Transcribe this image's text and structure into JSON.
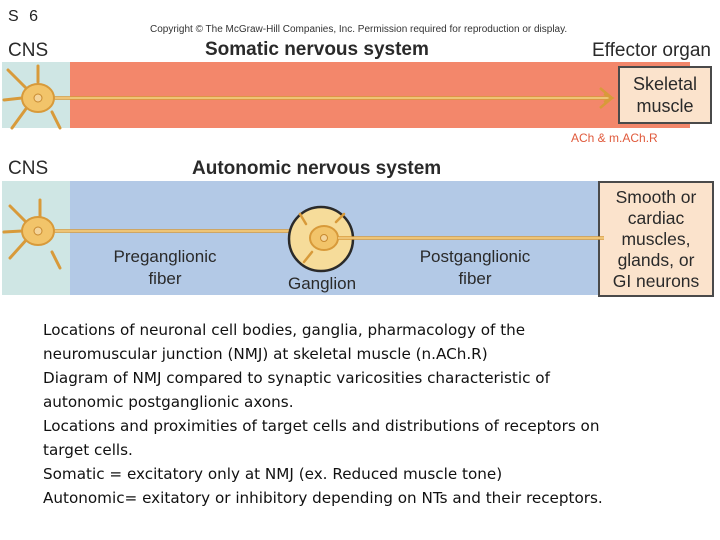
{
  "slide_label": "S 6",
  "copyright": "Copyright © The McGraw-Hill Companies, Inc. Permission required for reproduction or display.",
  "somatic": {
    "cns_label": "CNS",
    "title": "Somatic nervous system",
    "effector_label": "Effector organ",
    "target_lines": [
      "Skeletal",
      "muscle"
    ],
    "annotation": "ACh & m.ACh.R"
  },
  "autonomic": {
    "cns_label": "CNS",
    "title": "Autonomic nervous system",
    "preganglionic_lines": [
      "Preganglionic",
      "fiber"
    ],
    "ganglion_label": "Ganglion",
    "postganglionic_lines": [
      "Postganglionic",
      "fiber"
    ],
    "target_lines": [
      "Smooth or",
      "cardiac",
      "muscles,",
      "glands, or",
      "GI neurons"
    ]
  },
  "description": [
    "Locations of neuronal cell bodies, ganglia, pharmacology of the",
    "neuromuscular junction (NMJ) at skeletal muscle (n.ACh.R)",
    "Diagram of NMJ compared to synaptic varicosities characteristic of",
    "autonomic postganglionic axons.",
    "Locations and proximities of target cells and distributions of receptors on",
    "target cells.",
    "Somatic = excitatory only at NMJ (ex. Reduced muscle tone)",
    "Autonomic= exitatory or inhibitory depending on NTs and their receptors."
  ],
  "colors": {
    "cns_band": "#cfe6e4",
    "somatic_band": "#f3876b",
    "autonomic_band": "#b3c9e6",
    "neuron": "#f2c46a",
    "neuron_outline": "#d89a3a",
    "target_box": "#fbe3cc",
    "annotation": "#e05a3c"
  }
}
